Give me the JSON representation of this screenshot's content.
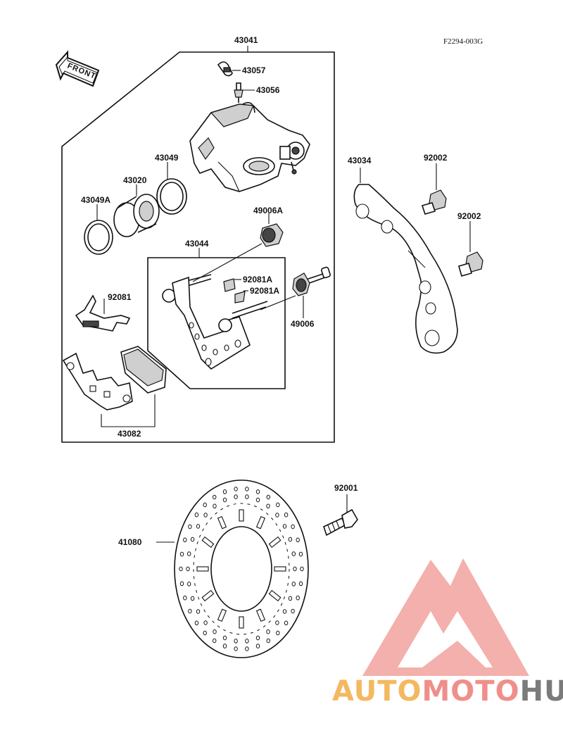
{
  "figure_code": "F2294-003G",
  "front_label": "FRONT",
  "parts": {
    "caliper_assembly": "43041",
    "bleed_cap": "43057",
    "bleed_valve": "43056",
    "seal": "43049",
    "piston": "43020",
    "dust_seal": "43049A",
    "holder": "43044",
    "boot_a": "49006A",
    "clip_a_upper": "92081A",
    "clip_a_lower": "92081A",
    "spring": "92081",
    "boot": "49006",
    "pad_assembly": "43082",
    "torque_link": "43034",
    "bolt_upper": "92002",
    "bolt_lower": "92002",
    "disc_bolt": "92001",
    "disc": "41080"
  },
  "watermark": {
    "part1": "AUTO",
    "part2": "MOTO",
    "part3": "HUB",
    "color_light": "#f4b860",
    "color_mid": "#ef8f8b",
    "color_dark": "#7b7b7b"
  }
}
